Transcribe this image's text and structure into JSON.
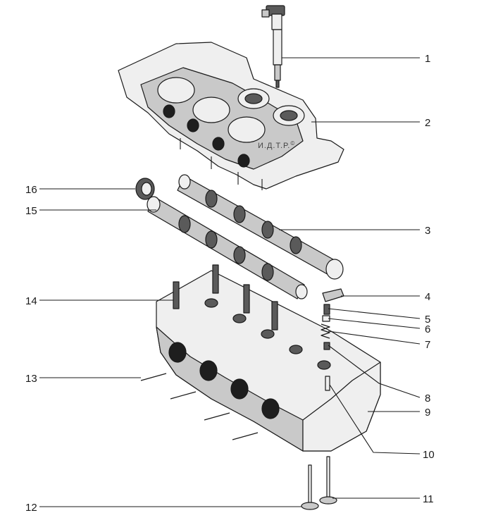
{
  "watermark": "И.Д.Т.Р.",
  "watermark_mark": "©",
  "callouts": [
    {
      "id": "1",
      "label": "1"
    },
    {
      "id": "2",
      "label": "2"
    },
    {
      "id": "3",
      "label": "3"
    },
    {
      "id": "4",
      "label": "4"
    },
    {
      "id": "5",
      "label": "5"
    },
    {
      "id": "6",
      "label": "6"
    },
    {
      "id": "7",
      "label": "7"
    },
    {
      "id": "8",
      "label": "8"
    },
    {
      "id": "9",
      "label": "9"
    },
    {
      "id": "10",
      "label": "10"
    },
    {
      "id": "11",
      "label": "11"
    },
    {
      "id": "12",
      "label": "12"
    },
    {
      "id": "13",
      "label": "13"
    },
    {
      "id": "14",
      "label": "14"
    },
    {
      "id": "15",
      "label": "15"
    },
    {
      "id": "16",
      "label": "16"
    }
  ]
}
